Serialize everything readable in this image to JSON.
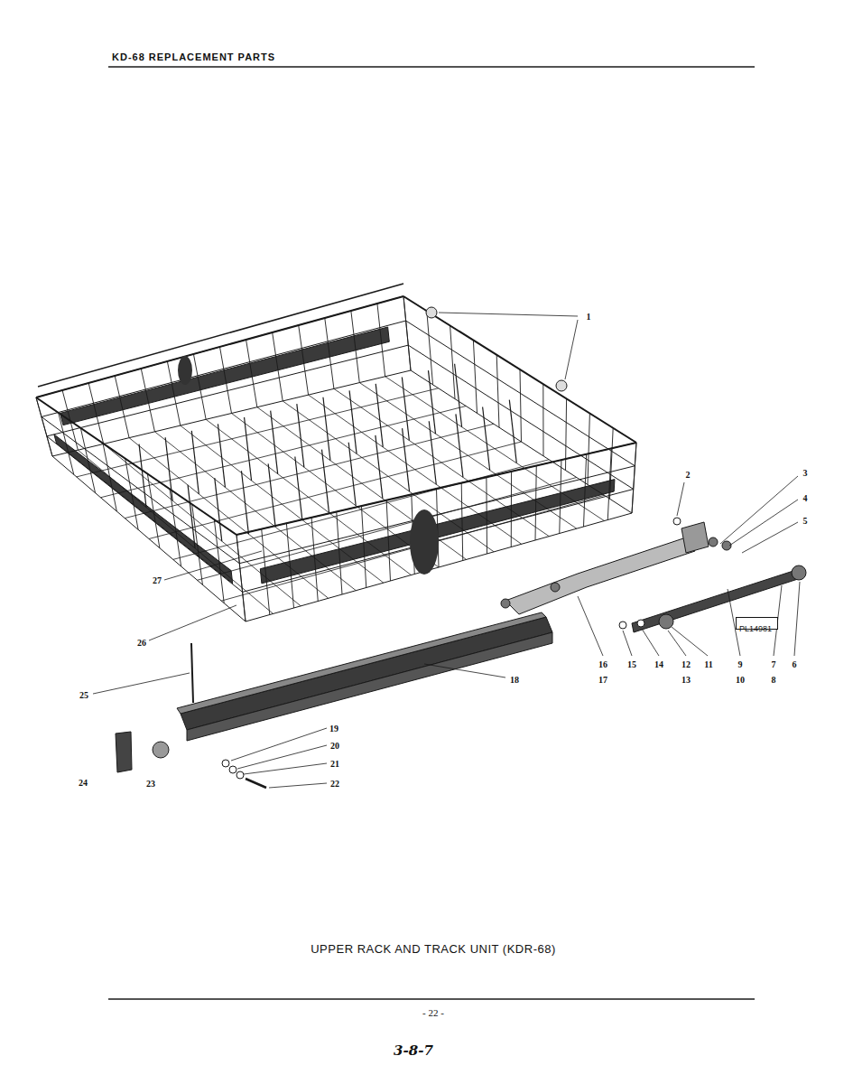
{
  "diagram": {
    "title": "KD-68 REPLACEMENT PARTS",
    "caption": "UPPER RACK AND TRACK UNIT (KDR-68)",
    "nodes": [
      {
        "text": [
          "PL14981"
        ]
      }
    ],
    "labels": [
      "1",
      "2",
      "3",
      "4",
      "5",
      "6",
      "7",
      "8",
      "9",
      "10",
      "11",
      "12",
      "13",
      "14",
      "15",
      "16",
      "17",
      "18",
      "19",
      "20",
      "21",
      "22",
      "23",
      "24",
      "25",
      "26",
      "27",
      "- 22 -",
      "3-8-7"
    ]
  }
}
